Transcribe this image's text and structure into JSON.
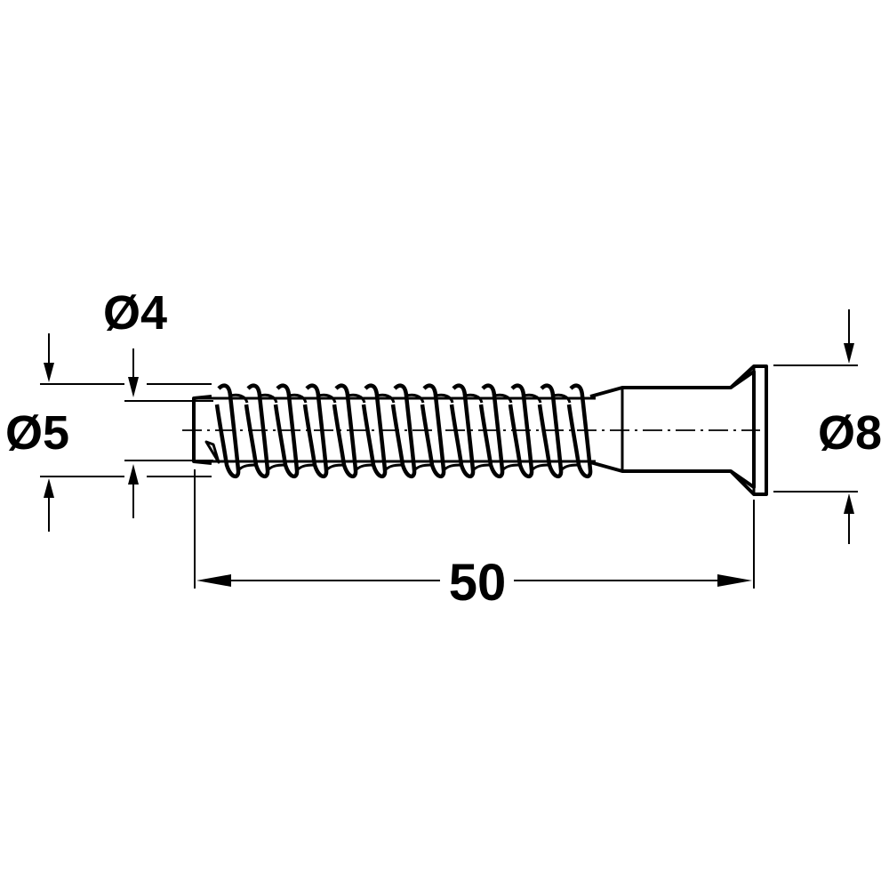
{
  "dimensions": {
    "shank_diameter": "Ø4",
    "thread_diameter": "Ø5",
    "head_diameter": "Ø8",
    "length": "50"
  },
  "colors": {
    "line": "#000000",
    "background": "#ffffff"
  }
}
